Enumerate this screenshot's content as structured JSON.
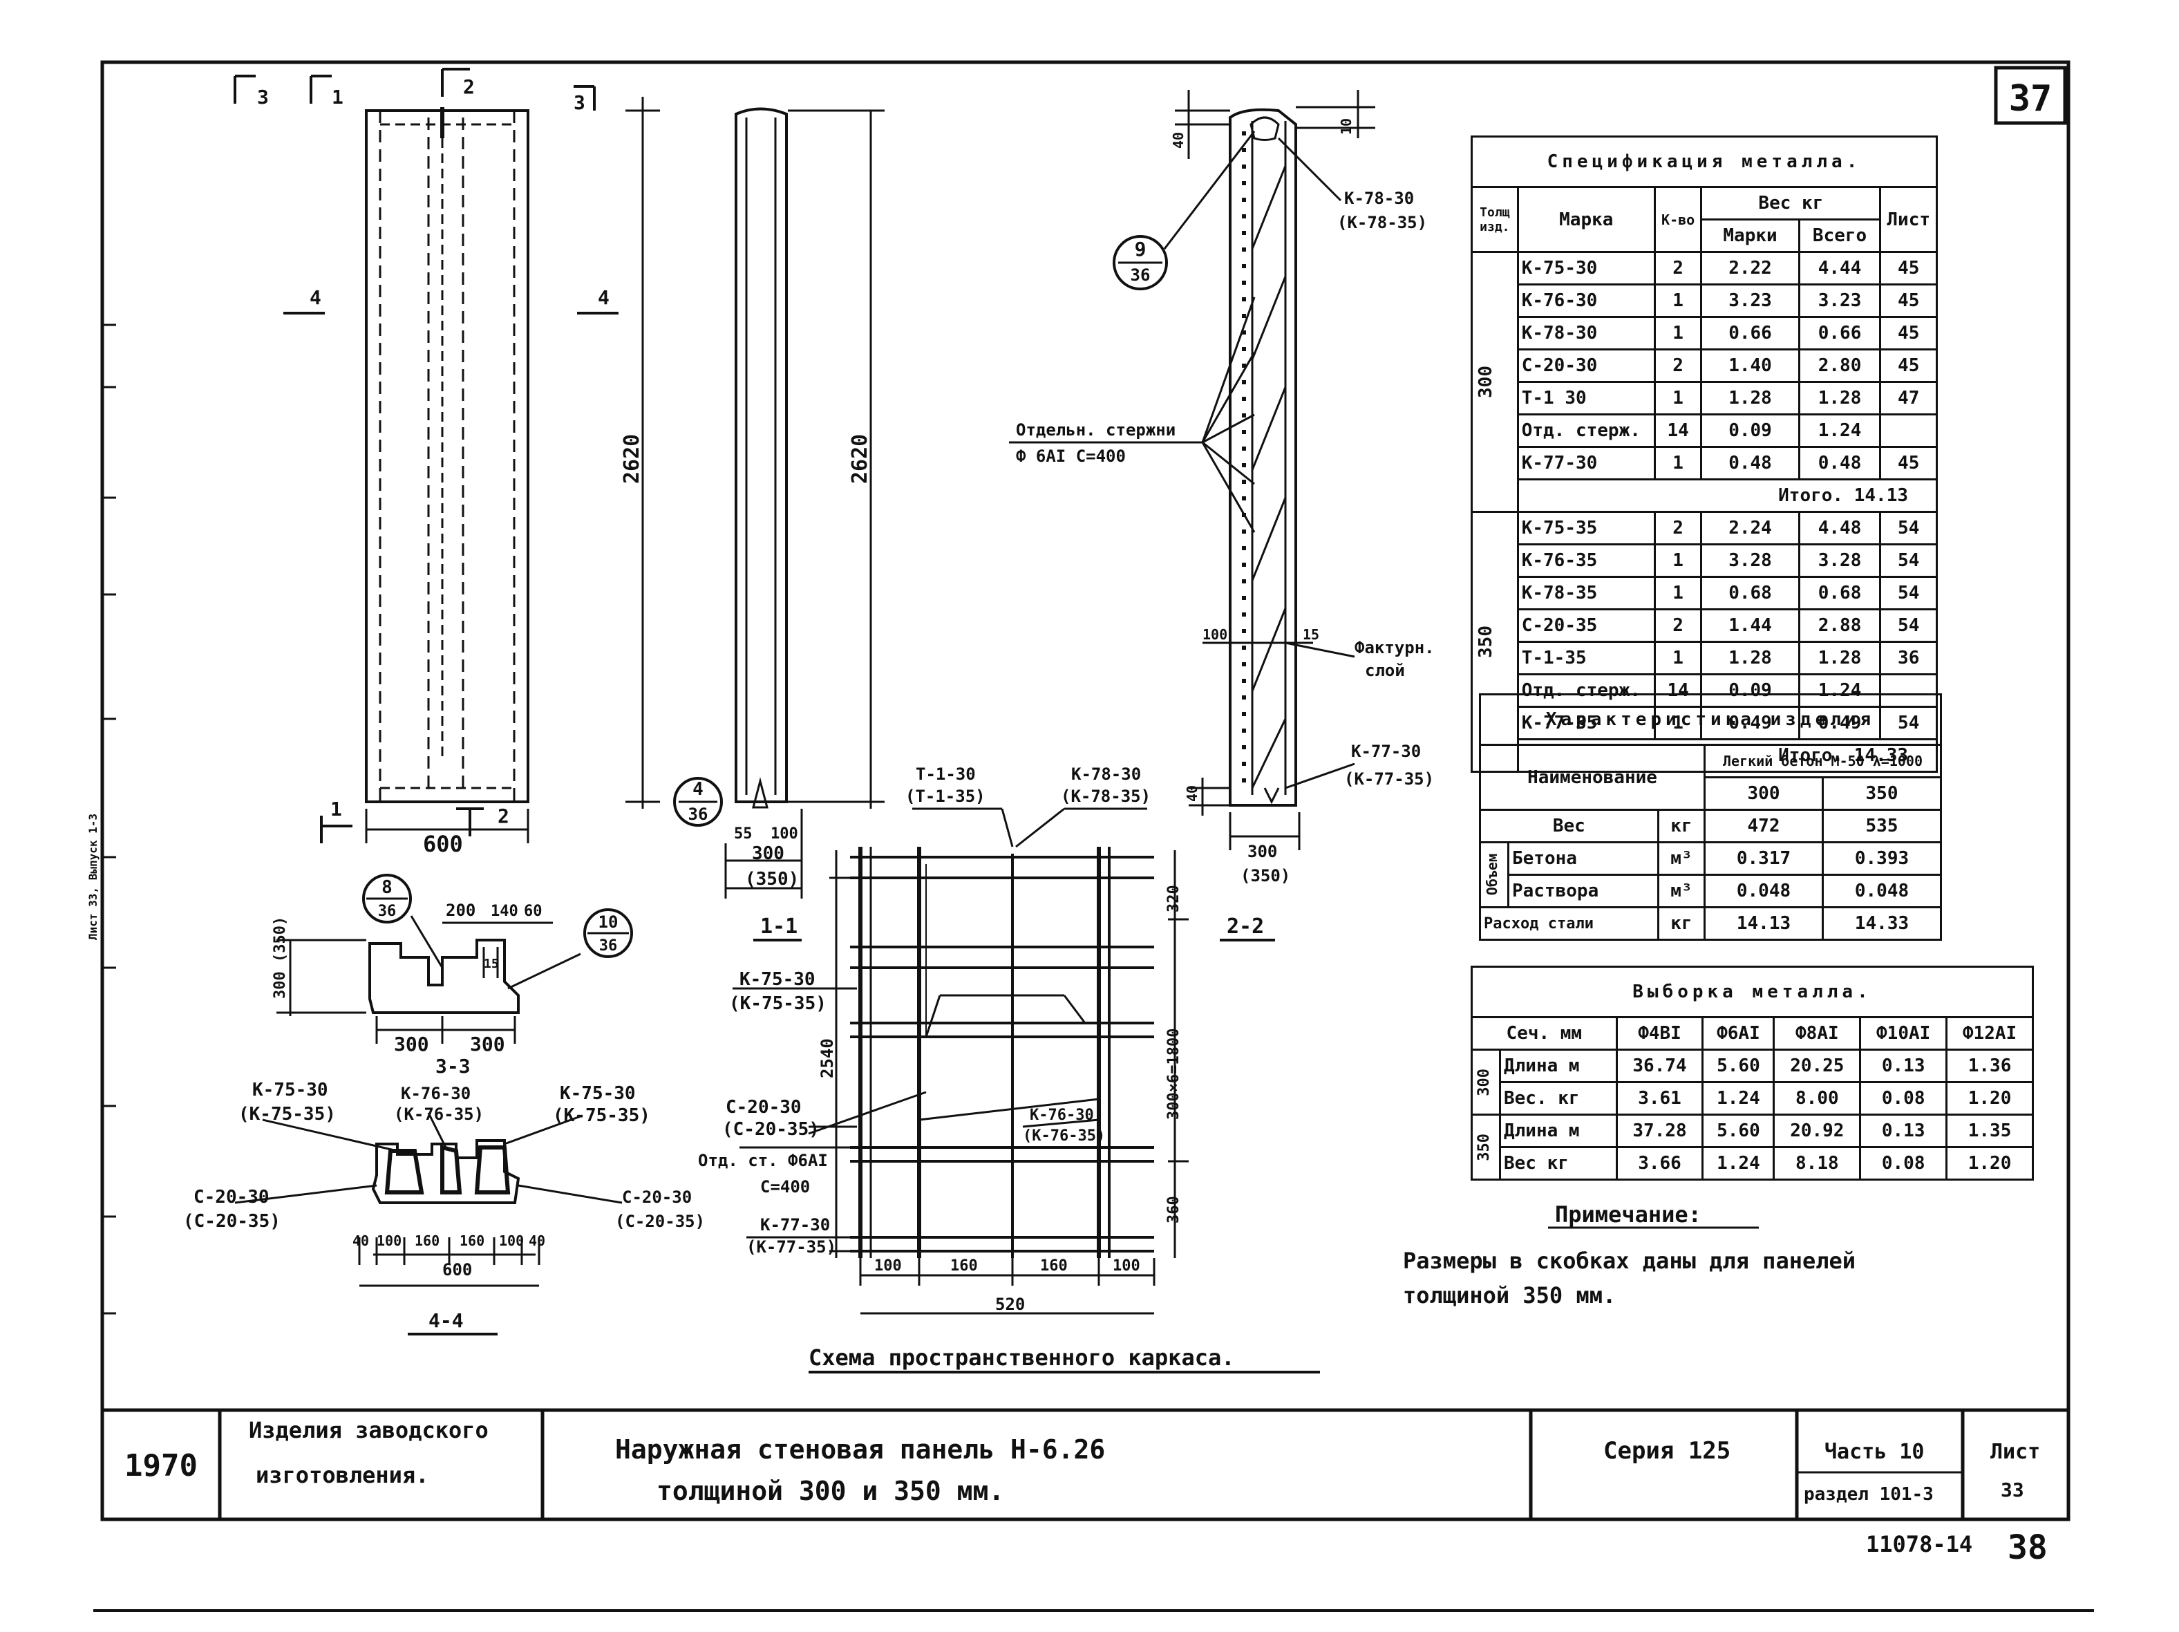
{
  "sheet": {
    "number": "37",
    "stamp": "11078-14",
    "stamp_page": "38",
    "left_margin_text": "Лист 33, Выпуск 1-3"
  },
  "drawings": {
    "callouts": [
      {
        "top": "9",
        "bottom": "36"
      },
      {
        "top": "4",
        "bottom": "36"
      },
      {
        "top": "8",
        "bottom": "36"
      },
      {
        "top": "10",
        "bottom": "36"
      }
    ],
    "section_marks": [
      "3",
      "1",
      "2",
      "3",
      "4",
      "4",
      "1",
      "2",
      "3",
      "3"
    ],
    "dims": {
      "height": "2620",
      "height2": "2620",
      "width": "600",
      "width2": "600",
      "cs_dims": [
        "200",
        "140",
        "60"
      ],
      "cs_h": "300\n(350)",
      "cs_small": "15",
      "cs_w": [
        "300",
        "300"
      ],
      "s44_dims": [
        "40",
        "100",
        "160",
        "160",
        "100",
        "40"
      ],
      "s11_dims": [
        "55",
        "100",
        "300",
        "(350)"
      ],
      "s22_dims": [
        "40",
        "10",
        "300",
        "(350)",
        "40",
        "100",
        "40",
        "15"
      ],
      "cage_h": [
        "320",
        "300×6=1800",
        "360",
        "2540"
      ],
      "cage_w": [
        "100",
        "160",
        "160",
        "100",
        "520"
      ]
    },
    "labels": {
      "k7830_top": "К-78-30",
      "k7835_top": "(К-78-35)",
      "separate_rods": "Отдельн. стержни",
      "separate_rods2": "Ф 6АI  С=400",
      "facture_layer": "Фактурн.",
      "facture_layer2": "слой",
      "k7730": "К-77-30",
      "k7735": "(К-77-35)",
      "section11": "1-1",
      "section22": "2-2",
      "section44": "4-4",
      "section33": "3-3",
      "t130": "Т-1-30",
      "t135": "(Т-1-35)",
      "k7830b": "К-78-30",
      "k7835b": "(К-78-35)",
      "k7530": "К-75-30",
      "k7535": "(К-75-35)",
      "c2030": "С-20-30",
      "c2035": "(С-20-35)",
      "otd": "Отд. ст. Ф6АI",
      "otd2": "С=400",
      "k7630": "К-76-30",
      "k7635": "(К-76-35)",
      "k7730b": "К-77-30",
      "k7735b": "(К-77-35)",
      "cs_k7530": "К-75-30",
      "cs_k7535": "(К-75-35)",
      "cs_k7630": "К-76-30",
      "cs_k7635": "(К-76-35)",
      "cs_k7530r": "К-75-30",
      "cs_k7535r": "(К-75-35)",
      "cs_c2030l": "С-20-30",
      "cs_c2035l": "(С-20-35)",
      "cs_c2030r": "С-20-30",
      "cs_c2035r": "(С-20-35)",
      "cage_title": "Схема  пространственного  каркаса."
    }
  },
  "spec_table": {
    "title": "Спецификация   металла.",
    "headers": {
      "thickness": "Толщ изд.",
      "mark": "Марка",
      "count": "К-во",
      "weight": "Вес  кг",
      "per_mark": "Марки",
      "total": "Всего",
      "sheet": "Лист"
    },
    "groups": [
      {
        "thickness": "300",
        "rows": [
          [
            "К-75-30",
            "2",
            "2.22",
            "4.44",
            "45"
          ],
          [
            "К-76-30",
            "1",
            "3.23",
            "3.23",
            "45"
          ],
          [
            "К-78-30",
            "1",
            "0.66",
            "0.66",
            "45"
          ],
          [
            "С-20-30",
            "2",
            "1.40",
            "2.80",
            "45"
          ],
          [
            "Т-1  30",
            "1",
            "1.28",
            "1.28",
            "47"
          ],
          [
            "Отд. стерж.",
            "14",
            "0.09",
            "1.24",
            ""
          ],
          [
            "К-77-30",
            "1",
            "0.48",
            "0.48",
            "45"
          ]
        ],
        "total": "Итого. 14.13"
      },
      {
        "thickness": "350",
        "rows": [
          [
            "К-75-35",
            "2",
            "2.24",
            "4.48",
            "54"
          ],
          [
            "К-76-35",
            "1",
            "3.28",
            "3.28",
            "54"
          ],
          [
            "К-78-35",
            "1",
            "0.68",
            "0.68",
            "54"
          ],
          [
            "С-20-35",
            "2",
            "1.44",
            "2.88",
            "54"
          ],
          [
            "Т-1-35",
            "1",
            "1.28",
            "1.28",
            "36"
          ],
          [
            "Отд. стерж.",
            "14",
            "0.09",
            "1.24",
            ""
          ],
          [
            "К-77-35",
            "1",
            "0.49",
            "0.49",
            "54"
          ]
        ],
        "total": "Итого. 14.33"
      }
    ]
  },
  "char_table": {
    "title": "Характеристика    изделия",
    "name_header": "Наименование",
    "concrete_header": "Легкий бетон М-50  λ=1000",
    "col_300": "300",
    "col_350": "350",
    "volume_label": "Объем",
    "rows": [
      {
        "name": "Вес",
        "unit": "кг",
        "v300": "472",
        "v350": "535"
      },
      {
        "name": "Бетона",
        "unit": "м³",
        "v300": "0.317",
        "v350": "0.393"
      },
      {
        "name": "Раствора",
        "unit": "м³",
        "v300": "0.048",
        "v350": "0.048"
      },
      {
        "name": "Расход стали",
        "unit": "кг",
        "v300": "14.13",
        "v350": "14.33"
      }
    ]
  },
  "select_table": {
    "title": "Выборка        металла.",
    "header": [
      "Сеч. мм",
      "Ф4ВI",
      "Ф6АI",
      "Ф8АI",
      "Ф10АI",
      "Ф12АI"
    ],
    "groups": [
      {
        "thickness": "300",
        "rows": [
          [
            "Длина м",
            "36.74",
            "5.60",
            "20.25",
            "0.13",
            "1.36"
          ],
          [
            "Вес. кг",
            "3.61",
            "1.24",
            "8.00",
            "0.08",
            "1.20"
          ]
        ]
      },
      {
        "thickness": "350",
        "rows": [
          [
            "Длина м",
            "37.28",
            "5.60",
            "20.92",
            "0.13",
            "1.35"
          ],
          [
            "Вес кг",
            "3.66",
            "1.24",
            "8.18",
            "0.08",
            "1.20"
          ]
        ]
      }
    ]
  },
  "note": {
    "title": "Примечание:",
    "text1": "Размеры  в   скобках   даны   для   панелей",
    "text2": "толщиной   350  мм."
  },
  "title_block": {
    "year": "1970",
    "category1": "Изделия  заводского",
    "category2": "изготовления.",
    "name1": "Наружная    стеновая    панель    Н-6.26",
    "name2": "толщиной    300   и   350   мм.",
    "series": "Серия 125",
    "part": "Часть 10",
    "section": "раздел 101-3",
    "sheet_label": "Лист",
    "sheet_no": "33"
  }
}
